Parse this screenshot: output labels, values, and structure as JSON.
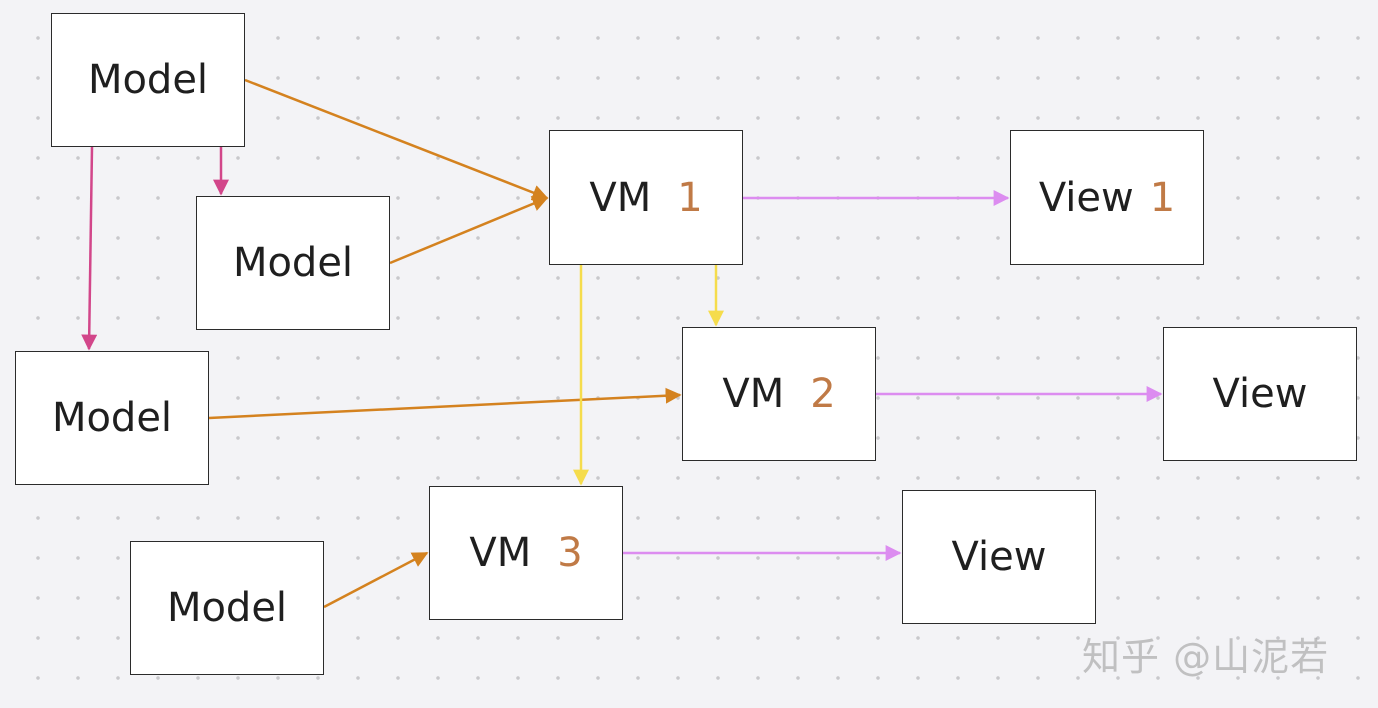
{
  "colors": {
    "model_to_vm": "#d4821f",
    "model_to_model": "#d2468a",
    "vm_to_vm": "#f5dc4c",
    "vm_to_view": "#dc8cf0",
    "number": "#c07a46"
  },
  "nodes": {
    "model_a": {
      "label": "Model"
    },
    "model_b": {
      "label": "Model"
    },
    "model_c": {
      "label": "Model"
    },
    "model_d": {
      "label": "Model"
    },
    "vm_1": {
      "label": "VM",
      "number": "1"
    },
    "vm_2": {
      "label": "VM",
      "number": "2"
    },
    "vm_3": {
      "label": "VM",
      "number": "3"
    },
    "view_1": {
      "label": "View",
      "number": "1"
    },
    "view_2": {
      "label": "View"
    },
    "view_3": {
      "label": "View"
    }
  },
  "edges": [
    {
      "from": "model_a",
      "to": "vm_1",
      "kind": "model_to_vm"
    },
    {
      "from": "model_b",
      "to": "vm_1",
      "kind": "model_to_vm"
    },
    {
      "from": "model_a",
      "to": "model_b",
      "kind": "model_to_model"
    },
    {
      "from": "model_a",
      "to": "model_c",
      "kind": "model_to_model"
    },
    {
      "from": "model_c",
      "to": "vm_2",
      "kind": "model_to_vm"
    },
    {
      "from": "model_d",
      "to": "vm_3",
      "kind": "model_to_vm"
    },
    {
      "from": "vm_1",
      "to": "vm_2",
      "kind": "vm_to_vm"
    },
    {
      "from": "vm_1",
      "to": "vm_3",
      "kind": "vm_to_vm"
    },
    {
      "from": "vm_1",
      "to": "view_1",
      "kind": "vm_to_view"
    },
    {
      "from": "vm_2",
      "to": "view_2",
      "kind": "vm_to_view"
    },
    {
      "from": "vm_3",
      "to": "view_3",
      "kind": "vm_to_view"
    }
  ],
  "watermark": "知乎 @山泥若"
}
